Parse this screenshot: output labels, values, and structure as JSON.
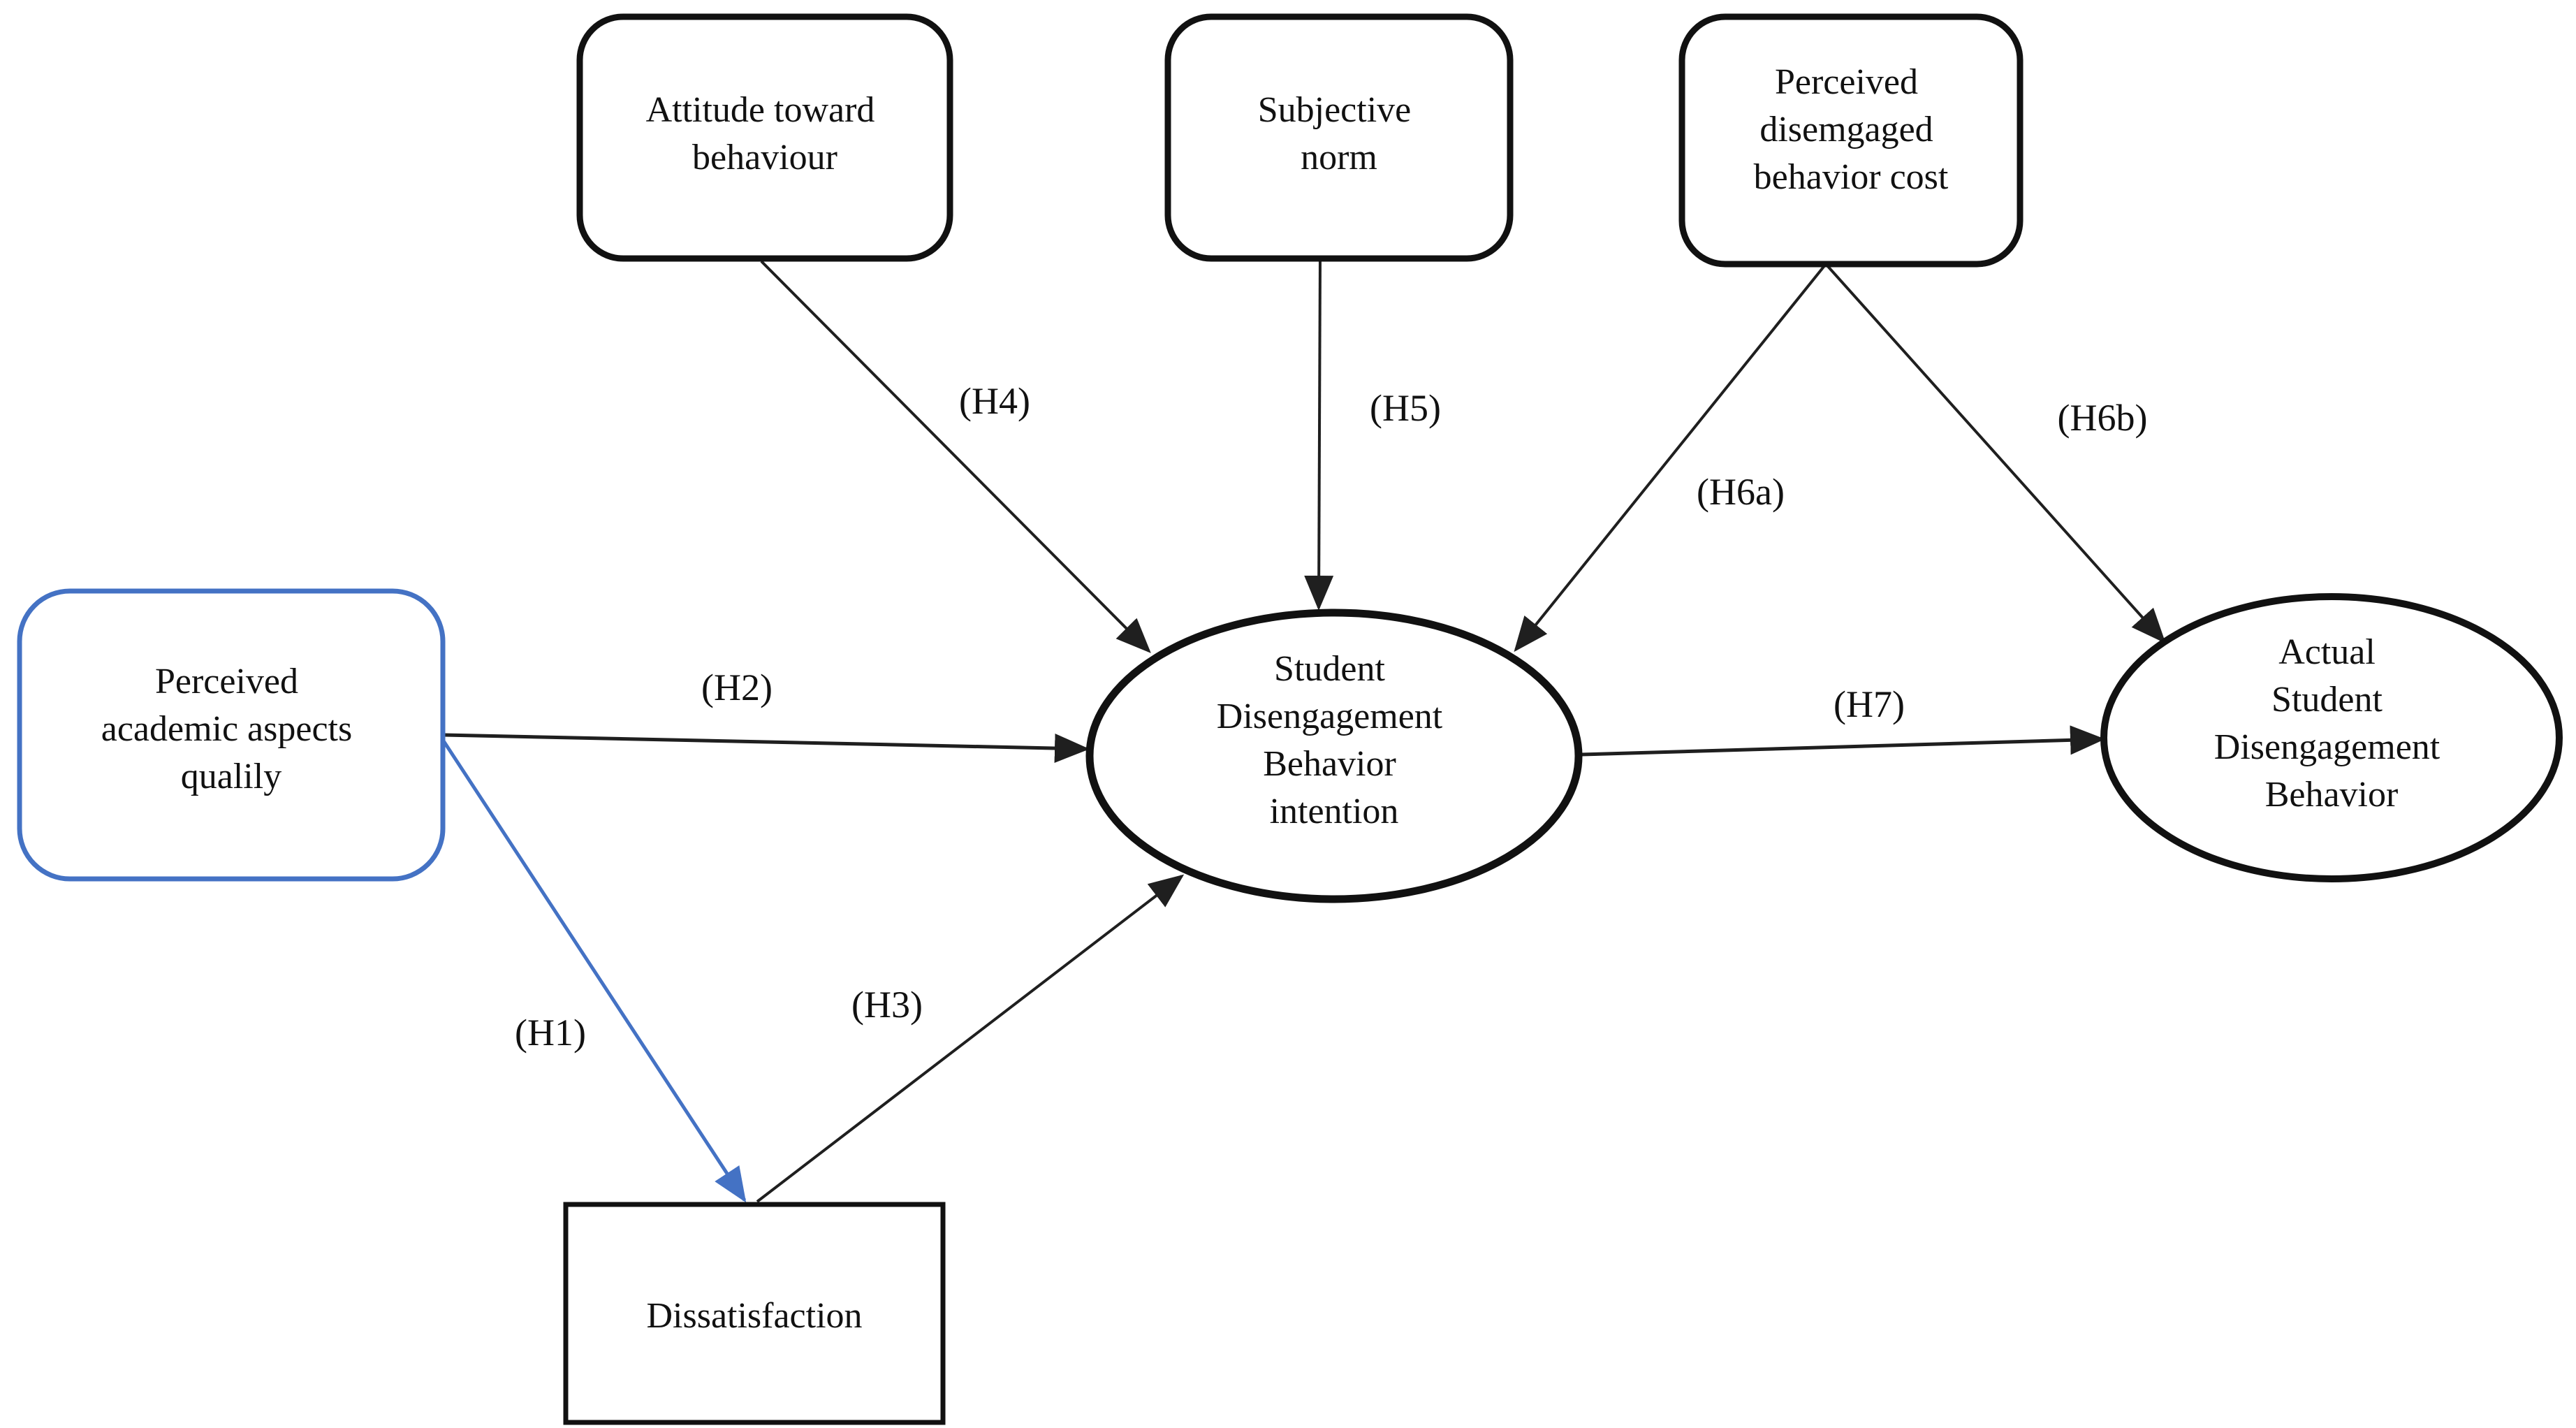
{
  "figure": {
    "description": "Hypothesized research model: antecedents of student disengagement behavior intention and actual behavior",
    "hypotheses_count": 7
  },
  "colors": {
    "accent_blue": "#4472C4",
    "line_black": "#1f1f1f",
    "shape_border_black": "#111111",
    "background": "#ffffff"
  },
  "nodes": {
    "attitude": {
      "label": "Attitude toward behaviour",
      "line1": "Attitude toward",
      "line2": "behaviour"
    },
    "subjective": {
      "label": "Subjective norm",
      "line1": "Subjective",
      "line2": "norm"
    },
    "cost": {
      "label": "Perceived disemgaged behavior cost",
      "line1": "Perceived",
      "line2": "disemgaged",
      "line3": "behavior cost"
    },
    "quality": {
      "label": "Perceived academic aspects qualily",
      "line1": "Perceived",
      "line2": "academic aspects",
      "line3": "qualily"
    },
    "intention": {
      "label": "Student Disengagement Behavior intention",
      "line1": "Student",
      "line2": "Disengagement",
      "line3": "Behavior",
      "line4": "intention"
    },
    "actual": {
      "label": "Actual Student Disengagement Behavior",
      "line1": "Actual",
      "line2": "Student",
      "line3": "Disengagement",
      "line4": "Behavior"
    },
    "dissatisfaction": {
      "label": "Dissatisfaction",
      "line1": "Dissatisfaction"
    }
  },
  "edges": {
    "h1": {
      "label": "(H1)",
      "from": "quality",
      "to": "dissatisfaction",
      "color": "blue"
    },
    "h2": {
      "label": "(H2)",
      "from": "quality",
      "to": "intention",
      "color": "black"
    },
    "h3": {
      "label": "(H3)",
      "from": "dissatisfaction",
      "to": "intention",
      "color": "black"
    },
    "h4": {
      "label": "(H4)",
      "from": "attitude",
      "to": "intention",
      "color": "black"
    },
    "h5": {
      "label": "(H5)",
      "from": "subjective",
      "to": "intention",
      "color": "black"
    },
    "h6a": {
      "label": "(H6a)",
      "from": "cost",
      "to": "intention",
      "color": "black"
    },
    "h6b": {
      "label": "(H6b)",
      "from": "cost",
      "to": "actual",
      "color": "black"
    },
    "h7": {
      "label": "(H7)",
      "from": "intention",
      "to": "actual",
      "color": "black"
    }
  }
}
